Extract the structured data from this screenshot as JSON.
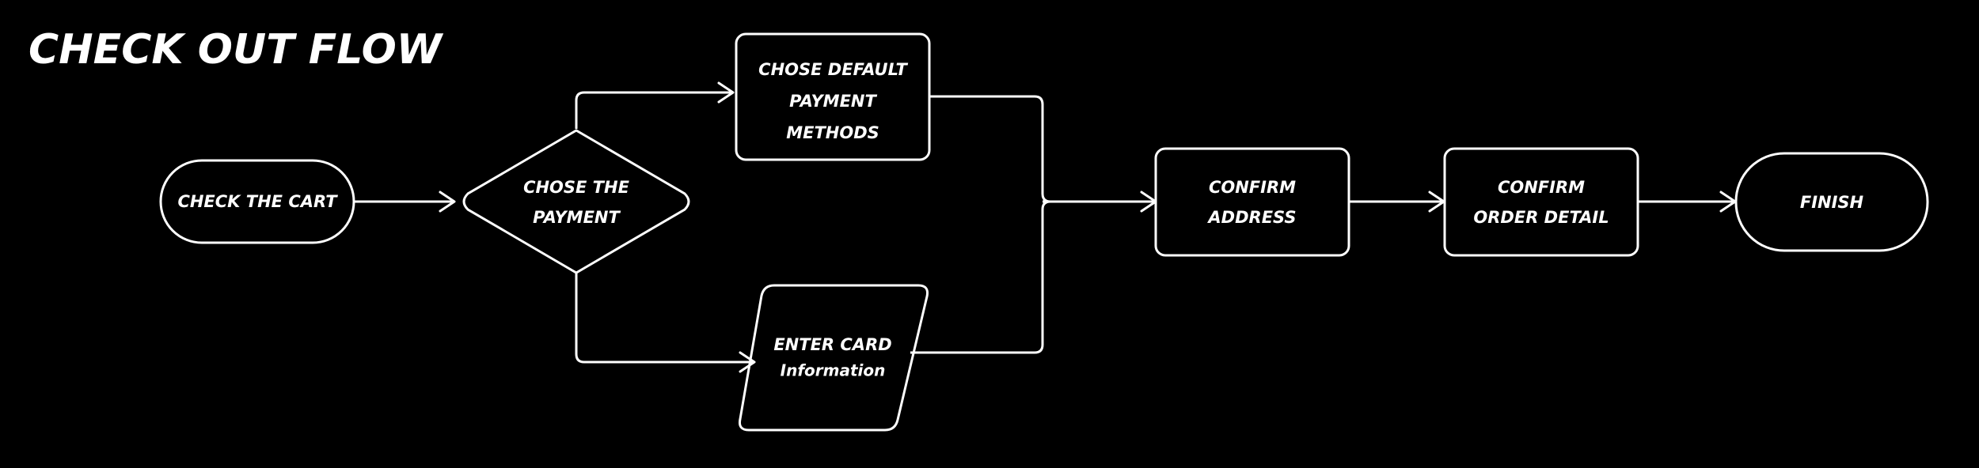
{
  "title": "CHECK OUT FLOW",
  "colors": {
    "background": "#000000",
    "foreground": "#ffffff"
  },
  "nodes": {
    "check_cart": {
      "shape": "terminator",
      "lines": [
        "CHECK THE CART"
      ]
    },
    "chose_payment": {
      "shape": "decision",
      "lines": [
        "CHOSE THE",
        "PAYMENT"
      ]
    },
    "default_payment": {
      "shape": "process",
      "lines": [
        "CHOSE DEFAULT",
        "PAYMENT",
        "METHODS"
      ]
    },
    "enter_card": {
      "shape": "input-output",
      "lines": [
        "ENTER CARD",
        "Information"
      ]
    },
    "confirm_address": {
      "shape": "process",
      "lines": [
        "CONFIRM",
        "ADDRESS"
      ]
    },
    "confirm_order": {
      "shape": "process",
      "lines": [
        "CONFIRM",
        "ORDER DETAIL"
      ]
    },
    "finish": {
      "shape": "terminator",
      "lines": [
        "FINISH"
      ]
    }
  },
  "edges": [
    {
      "from": "check_cart",
      "to": "chose_payment"
    },
    {
      "from": "chose_payment",
      "to": "default_payment"
    },
    {
      "from": "chose_payment",
      "to": "enter_card"
    },
    {
      "from": "default_payment",
      "to": "confirm_address"
    },
    {
      "from": "enter_card",
      "to": "confirm_address"
    },
    {
      "from": "confirm_address",
      "to": "confirm_order"
    },
    {
      "from": "confirm_order",
      "to": "finish"
    }
  ]
}
